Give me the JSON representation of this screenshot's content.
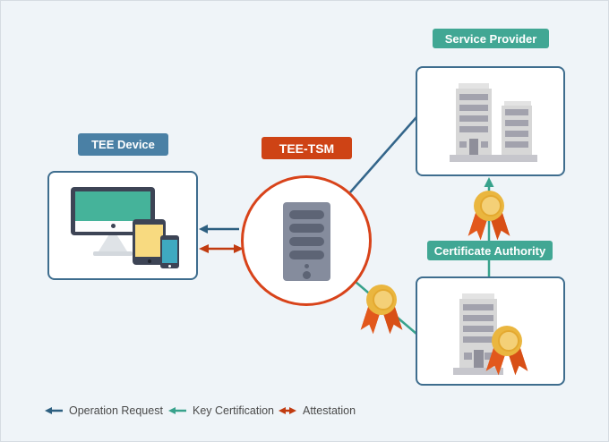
{
  "nodes": {
    "tee_device": {
      "label": "TEE Device"
    },
    "tee_tsm": {
      "label": "TEE-TSM"
    },
    "service_provider": {
      "label": "Service Provider"
    },
    "certificate_authority": {
      "label": "Certificate Authority"
    }
  },
  "legend": {
    "items": [
      {
        "label": "Operation Request",
        "color": "#2d5f80",
        "direction": "left"
      },
      {
        "label": "Key Certification",
        "color": "#38a28c",
        "direction": "left"
      },
      {
        "label": "Attestation",
        "color": "#c13b10",
        "direction": "both"
      }
    ]
  },
  "icons": {
    "tee_device": [
      "imac-icon",
      "tablet-icon",
      "smartphone-icon"
    ],
    "tee_tsm": "server-icon",
    "service_provider": "buildings-icon",
    "certificate_authority": [
      "building-icon",
      "certificate-medal-icon"
    ],
    "connectors": [
      "certificate-medal-icon"
    ]
  },
  "colors": {
    "background": "#eff4f8",
    "canvas_border": "#d5dce2",
    "badge_blue": "#4a80a5",
    "badge_red": "#ce4315",
    "badge_teal": "#41a794",
    "box_border": "#3e6d8e",
    "circle_border": "#d8431a",
    "operation_request_arrow": "#2d5f80",
    "key_certification_line": "#38a28c",
    "attestation_arrow": "#c13b10",
    "medal_gold": "#eab63f",
    "ribbon_orange": "#e2581c",
    "building_gray": "#d7d7d7",
    "screen_teal": "#45b39a",
    "tablet_yellow": "#f8da80",
    "phone_teal": "#3fa9c0"
  }
}
